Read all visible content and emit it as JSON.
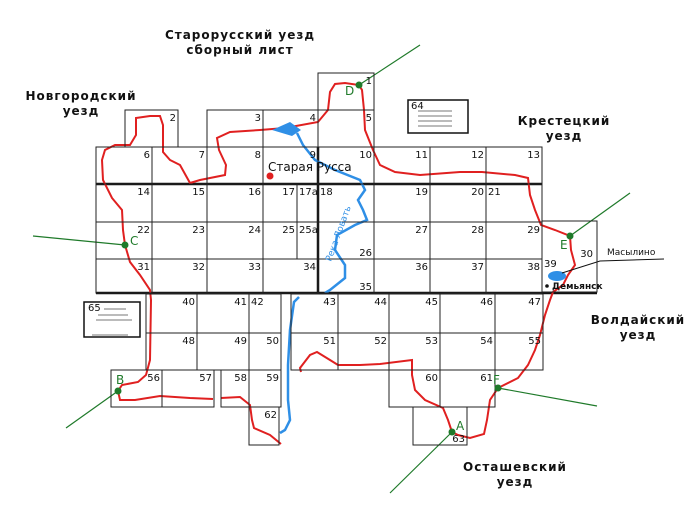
{
  "title": {
    "line1": "Старорусский уезд",
    "line2": "сборный лист"
  },
  "districts": {
    "novgorod": {
      "line1": "Новгородский",
      "line2": "уезд"
    },
    "krestets": {
      "line1": "Крестецкий",
      "line2": "уезд"
    },
    "valdai": {
      "line1": "Волдайский",
      "line2": "уезд"
    },
    "ostashev": {
      "line1": "Осташевский",
      "line2": "уезд"
    }
  },
  "places": {
    "staraya_russa": "Старая Русса",
    "demyansk": "Демьянск",
    "masylino": "Масылино",
    "river": "Река Ловать"
  },
  "points": [
    "A",
    "B",
    "C",
    "D",
    "E",
    "F"
  ],
  "legend_boxes": [
    "64",
    "65"
  ],
  "cells": [
    "1",
    "2",
    "3",
    "4",
    "5",
    "6",
    "7",
    "8",
    "9",
    "10",
    "11",
    "12",
    "13",
    "14",
    "15",
    "16",
    "17",
    "17а",
    "18",
    "19",
    "20",
    "21",
    "22",
    "23",
    "24",
    "25",
    "25а",
    "26",
    "27",
    "28",
    "29",
    "30",
    "39",
    "31",
    "32",
    "33",
    "34",
    "35",
    "36",
    "37",
    "38",
    "40",
    "41",
    "42",
    "43",
    "44",
    "45",
    "46",
    "47",
    "48",
    "49",
    "50",
    "51",
    "52",
    "53",
    "54",
    "55",
    "56",
    "57",
    "58",
    "59",
    "60",
    "61",
    "62",
    "63"
  ],
  "colors": {
    "boundary": "#e02020",
    "river": "#2f8fe6",
    "pointer": "#1f7a2a",
    "grid": "#222222"
  }
}
